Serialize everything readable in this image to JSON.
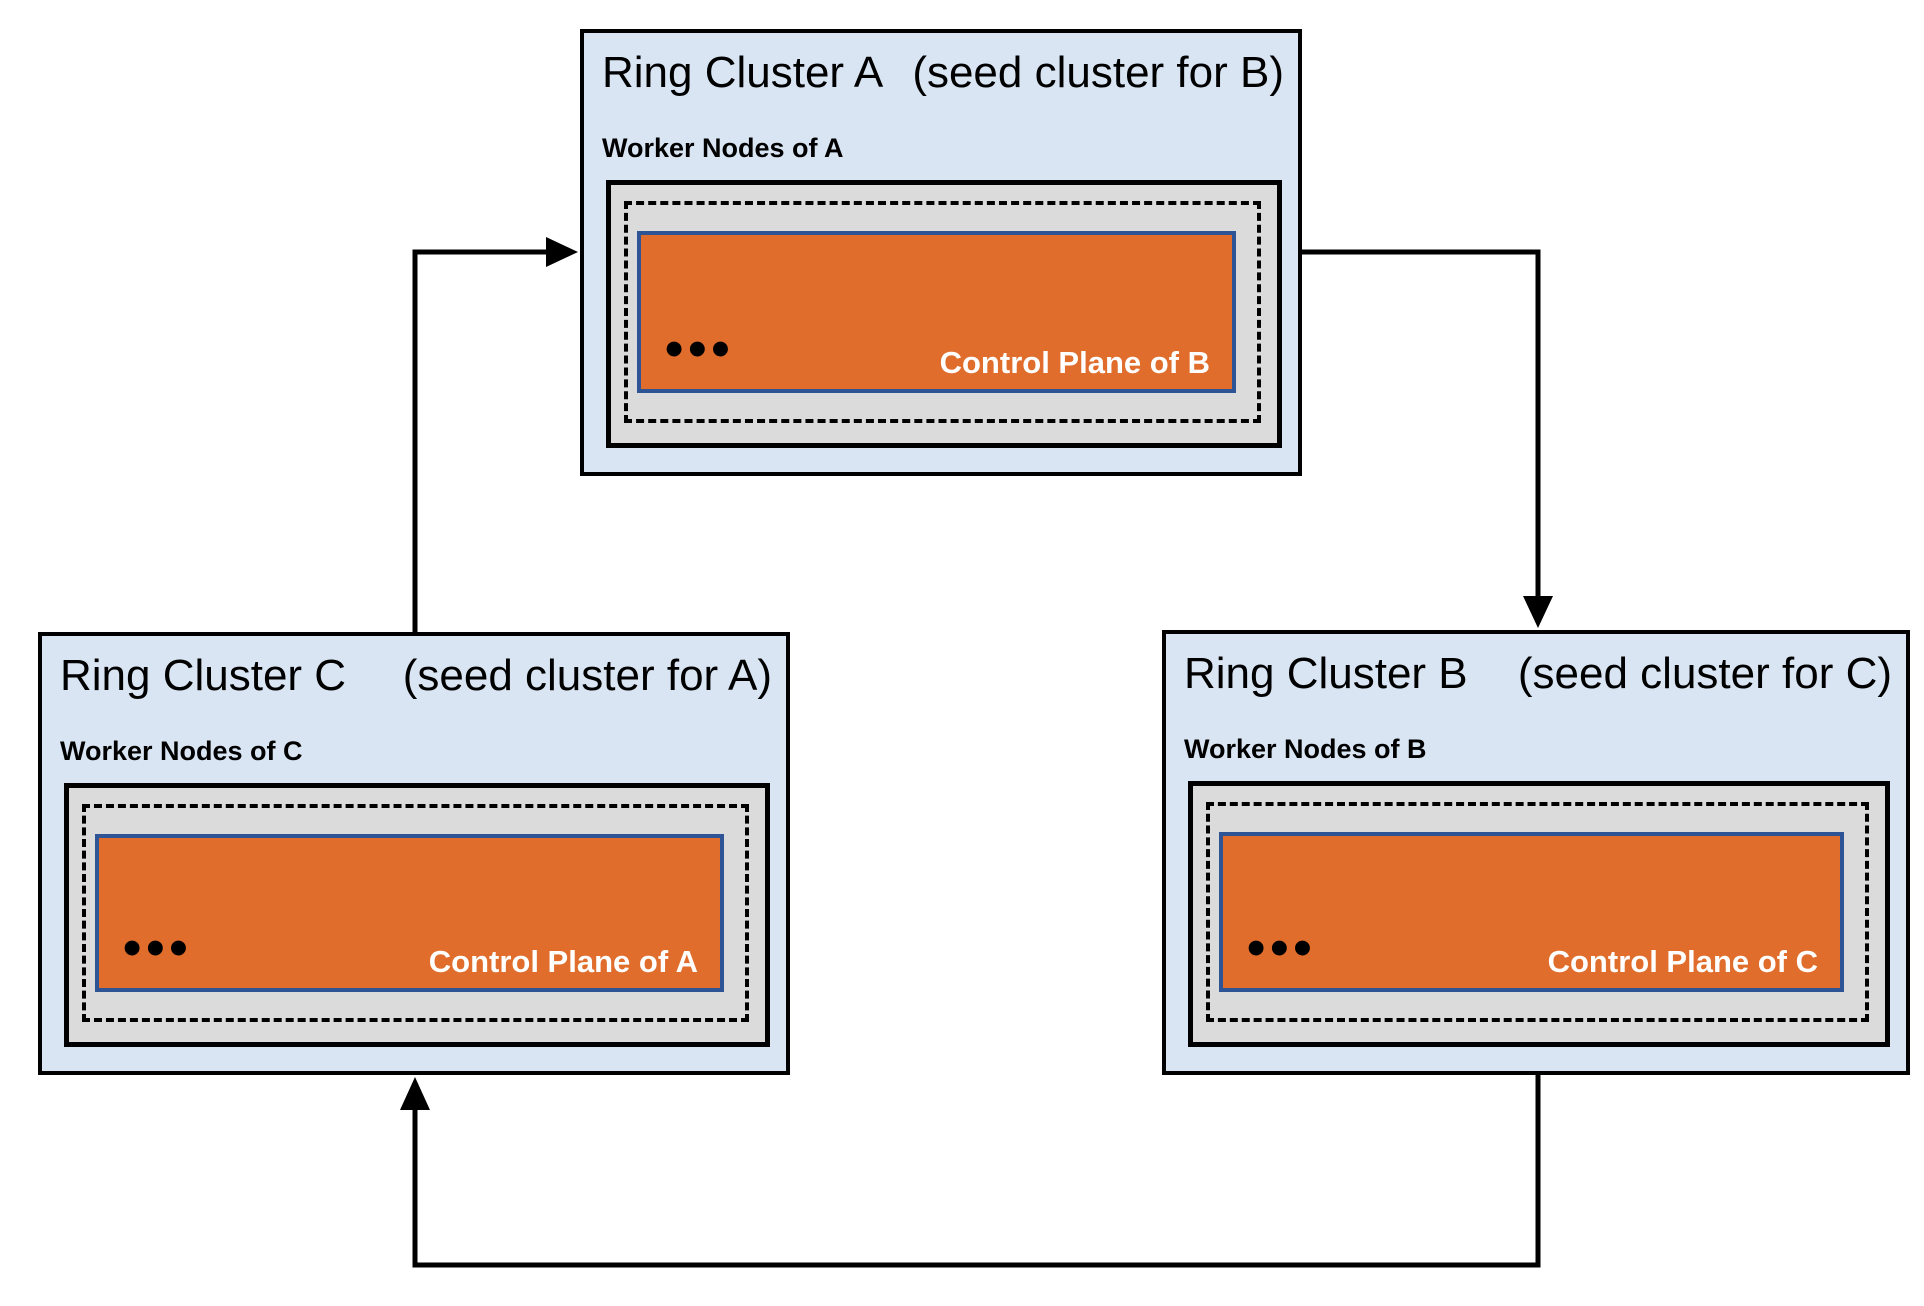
{
  "colors": {
    "cluster_bg": "#d9e5f3",
    "cluster_border": "#000000",
    "worker_box_bg": "#dbdbdb",
    "worker_box_border": "#000000",
    "dashed_border": "#000000",
    "control_plane_bg": "#e06d2c",
    "control_plane_border": "#2f5496",
    "control_plane_text": "#ffffff",
    "arrow": "#000000",
    "text": "#000000",
    "canvas_bg": "#ffffff"
  },
  "clusters": [
    {
      "id": "A",
      "title": "Ring Cluster A",
      "subtitle": "(seed cluster for B)",
      "worker_label": "Worker Nodes of A",
      "dots": "•••",
      "control_plane_label": "Control Plane of B"
    },
    {
      "id": "B",
      "title": "Ring Cluster B",
      "subtitle": "(seed cluster for C)",
      "worker_label": "Worker Nodes of B",
      "dots": "•••",
      "control_plane_label": "Control Plane of C"
    },
    {
      "id": "C",
      "title": "Ring Cluster C",
      "subtitle": "(seed cluster for A)",
      "worker_label": "Worker Nodes of C",
      "dots": "•••",
      "control_plane_label": "Control Plane of A"
    }
  ],
  "edges": [
    {
      "from": "A",
      "to": "B",
      "meaning": "A is seed cluster for B"
    },
    {
      "from": "B",
      "to": "C",
      "meaning": "B is seed cluster for C"
    },
    {
      "from": "C",
      "to": "A",
      "meaning": "C is seed cluster for A"
    }
  ]
}
